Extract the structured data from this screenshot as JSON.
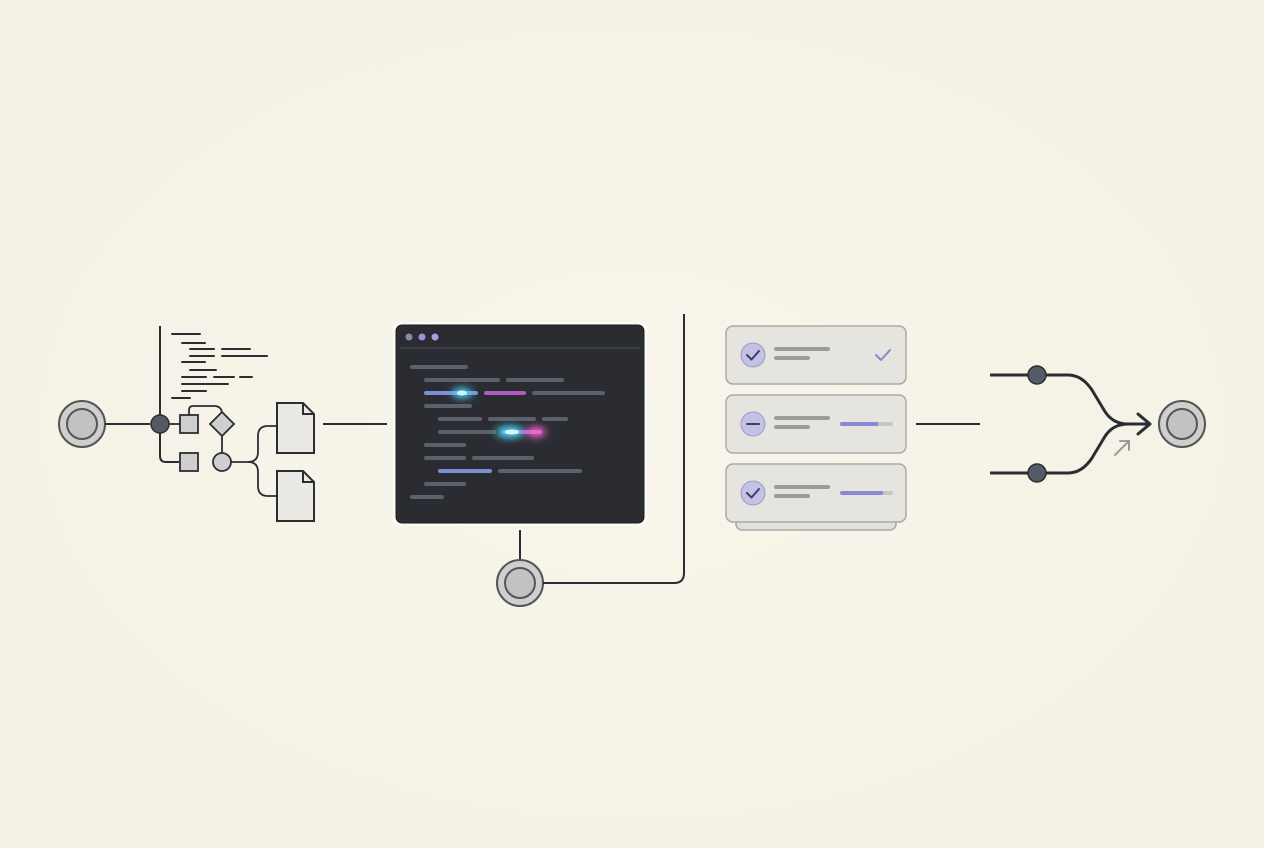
{
  "colors": {
    "background": "#f5f2e7",
    "line": "#2b2d33",
    "node_fill": "#c4c4c4",
    "node_stroke": "#5a5a5a",
    "junction": "#555a66",
    "doc_fill": "#ebe9e3",
    "editor_bg": "#2a2c31",
    "code_gray": "#5c6069",
    "code_blue": "#7a8fd8",
    "code_purple": "#b05cc0",
    "glow_cyan": "#4fd8ff",
    "glow_pink": "#ff6bd6",
    "card_fill": "#e6e4de",
    "card_stroke": "#a9a9a9",
    "status_badge": "#c3c1e6",
    "status_mark": "#3c3e66",
    "accent_bar": "#8a86d8"
  },
  "nodes": [
    {
      "id": "source",
      "kind": "terminal-node"
    },
    {
      "id": "editor-output",
      "kind": "terminal-node"
    },
    {
      "id": "sink",
      "kind": "terminal-node"
    }
  ],
  "editor": {
    "window_dots": [
      "#8a8aa6",
      "#a58fd6",
      "#b49ae0"
    ]
  },
  "checks": [
    {
      "status": "passed",
      "icon": "check-icon",
      "trailing": "checkmark"
    },
    {
      "status": "pending",
      "icon": "minus-icon",
      "trailing": "progress",
      "progress": 0.7
    },
    {
      "status": "passed",
      "icon": "check-icon",
      "trailing": "progress",
      "progress": 0.8
    }
  ],
  "merge": {
    "inputs": 2,
    "icons": [
      "arrow-right-icon",
      "arrow-up-right-icon"
    ]
  }
}
